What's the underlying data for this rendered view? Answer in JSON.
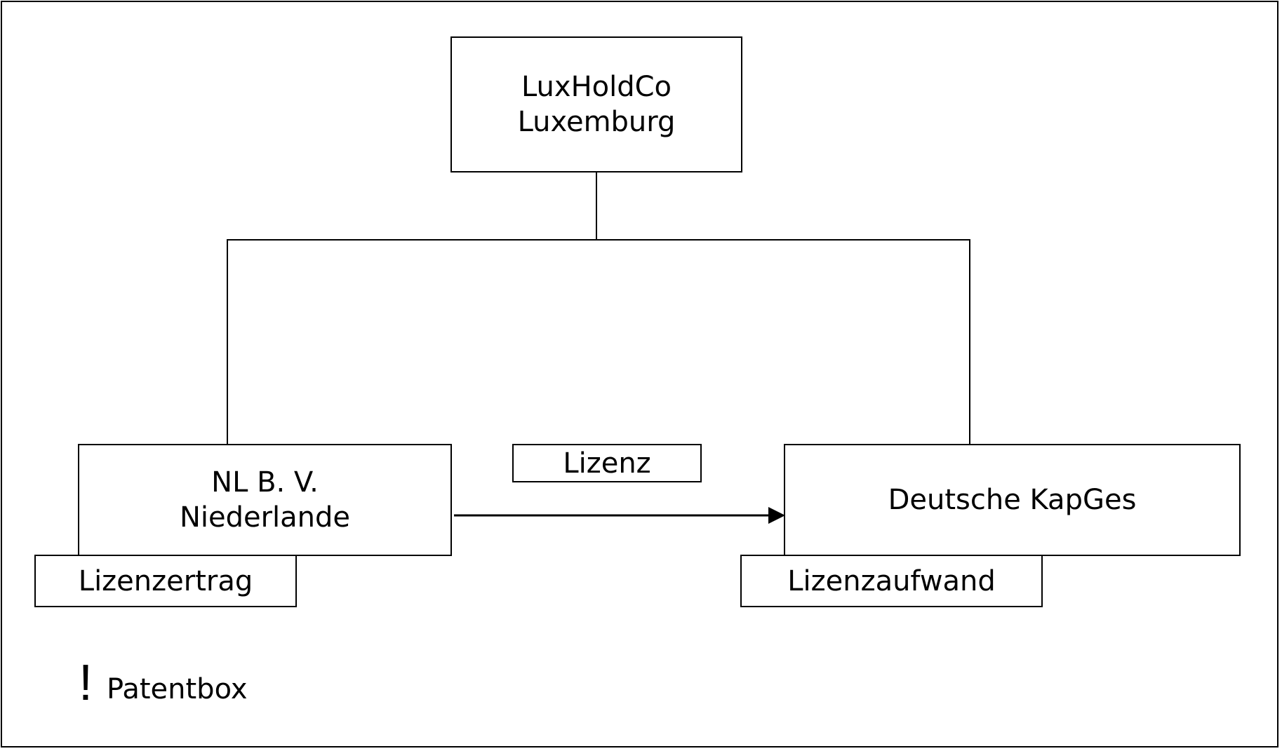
{
  "diagram": {
    "holding": {
      "line1": "LuxHoldCo",
      "line2": "Luxemburg"
    },
    "netherlands": {
      "line1": "NL B. V.",
      "line2": "Niederlande"
    },
    "germany": {
      "label": "Deutsche KapGes"
    },
    "flow_label": "Lizenz",
    "income_label": "Lizenzertrag",
    "expense_label": "Lizenzaufwand",
    "note": {
      "symbol": "!",
      "label": "Patentbox"
    }
  }
}
